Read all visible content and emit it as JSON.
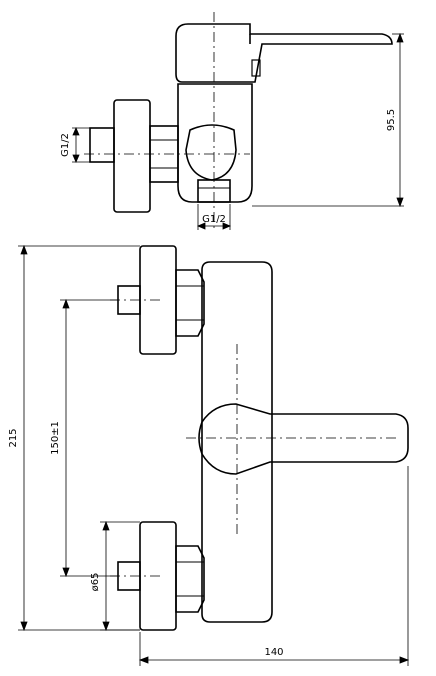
{
  "drawing": {
    "type": "technical drawing — wall-mounted mixer valve (side and front view)",
    "dimensions": {
      "height_side": "95.5",
      "thread_side_inlet": "G1/2",
      "thread_bottom_outlet": "G1/2",
      "overall_height": "215",
      "centre_distance": "150±1",
      "flange_diameter": "ø65",
      "overall_depth": "140"
    }
  }
}
